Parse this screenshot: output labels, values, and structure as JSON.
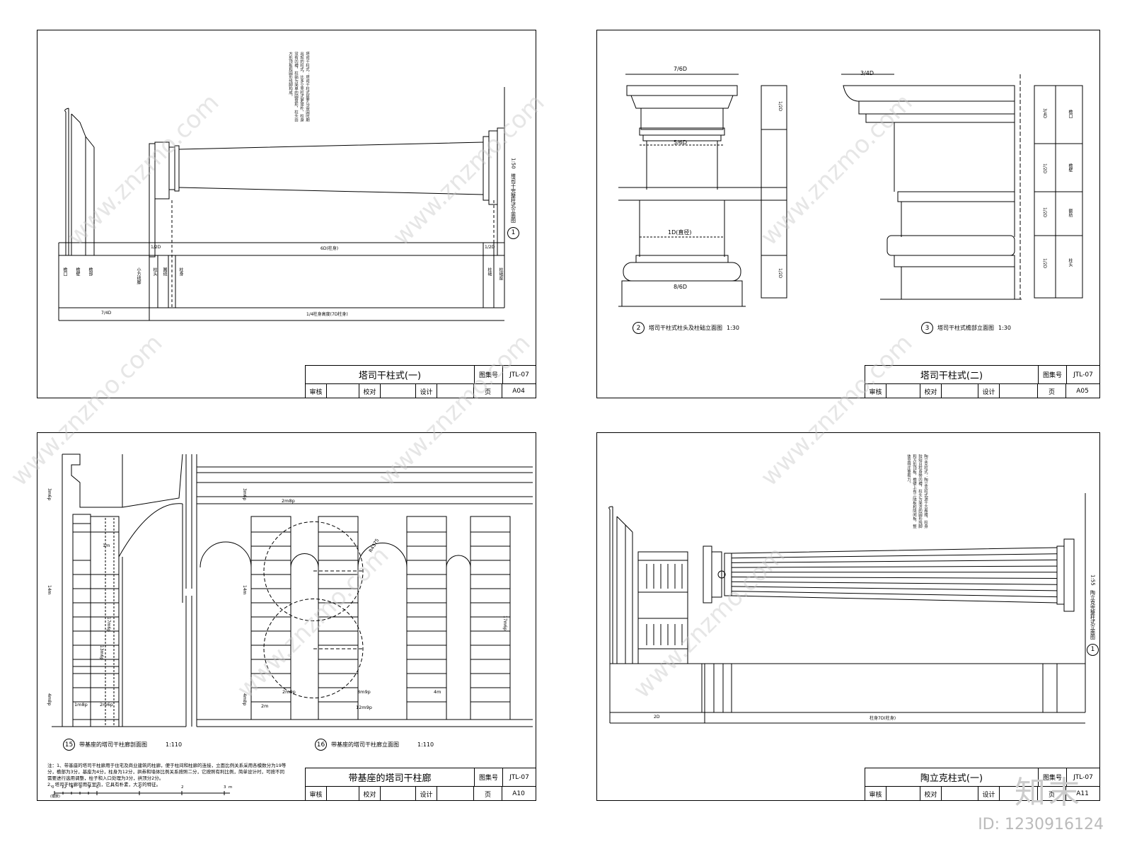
{
  "sheets": [
    {
      "title": "塔司干柱式(一)",
      "atlas_label": "图集号",
      "atlas": "JTL-07",
      "page_label": "页",
      "page": "A04",
      "review": "审核",
      "check": "校对",
      "design": "设计"
    },
    {
      "title": "塔司干柱式(二)",
      "atlas_label": "图集号",
      "atlas": "JTL-07",
      "page_label": "页",
      "page": "A05",
      "review": "审核",
      "check": "校对",
      "design": "设计"
    },
    {
      "title": "带基座的塔司干柱廊",
      "atlas_label": "图集号",
      "atlas": "JTL-07",
      "page_label": "页",
      "page": "A10",
      "review": "审核",
      "check": "校对",
      "design": "设计"
    },
    {
      "title": "陶立克柱式(一)",
      "atlas_label": "图集号",
      "atlas": "JTL-07",
      "page_label": "页",
      "page": "A11",
      "review": "审核",
      "check": "校对",
      "design": "设计"
    }
  ],
  "s1": {
    "fig_no": "1",
    "fig_title": "塔司干完整柱式立面图",
    "scale": "1:50",
    "dim_half_d_left": "1/2D",
    "dim_6d": "6D(柱身)",
    "dim_half_d_right": "1/2D",
    "dim_7_4d": "7/4D",
    "dim_total": "1/4柱身高度(7D柱身)",
    "parts": [
      "檐口",
      "檐壁",
      "檐部",
      "小方线脚",
      "柱头",
      "圆线",
      "柱身"
    ],
    "parts_right": [
      "柱础",
      "柱础座"
    ],
    "paragraph": "塔司干柱式：塔司干柱式是罗马帝国时期出现的柱式，比多立克柱式更简朴，柱身没有凹槽，柱础为简单的圆盘形，柱头由方形顶板和圆形线脚构成。"
  },
  "s2": {
    "fig2_no": "2",
    "fig2_title": "塔司干柱式柱头及柱础立面图",
    "fig2_scale": "1:30",
    "fig3_no": "3",
    "fig3_title": "塔司干柱式檐部立面图",
    "fig3_scale": "1:30",
    "d_7_6": "7/6D",
    "d_5_6": "5/6D",
    "d_1d": "1D(直径)",
    "d_8_6": "8/6D",
    "d_3_4": "3/4D",
    "d_half": "1/2D",
    "d_3_4v": "3/4D",
    "right_labels": [
      "檐口",
      "檐壁",
      "额枋",
      "柱头"
    ]
  },
  "s3": {
    "fig15_no": "15",
    "fig15_title": "带基座的塔司干柱廊剖面图",
    "fig15_scale": "1:110",
    "fig16_no": "16",
    "fig16_title": "带基座的塔司干柱廊立面图",
    "fig16_scale": "1:110",
    "d_3m6p": "3m6p",
    "d_14m": "14m",
    "d_4m8p": "4m8p",
    "d_17m6p": "17m6p",
    "d_13m6p": "13m6p",
    "d_2m8p": "2m8p",
    "d_2m6p": "2m6p",
    "d_1m8p": "1m8p",
    "d_2m9p": "2m9p",
    "d_8m9p": "8m9p",
    "d_12m9p": "12m9p",
    "d_4m": "4m",
    "d_r": "R4375",
    "d_2m": "2m",
    "d_1m": "1m",
    "note1": "注：1、带基座的塔司干柱廊用于住宅及商业建筑的柱廊，便于柱间和柱廊的连接，立面比例关系采用各模数分为19等分，檐部为3分，基座为4分，柱身为12分，拱券和墙体比例关系按照二分，它按照有利比例，简单设计时，可按不同需要进行选用调整，柱子和入口处理为3分，拱顶分2分。",
    "note2": "2、塔司干柱廊可用在室内，它具有朴素，大方的特征。",
    "scale_bar": [
      "0",
      "12",
      "9",
      "6",
      "3",
      "0",
      "1",
      "2",
      "3",
      "m"
    ],
    "scale_unit": "(模数)"
  },
  "s4": {
    "fig_no": "1",
    "fig_title": "陶立克完整柱式立面图",
    "scale": "1:55",
    "dim_2d": "2D",
    "dim_8d": "柱身7D(柱身)",
    "paragraph": "陶立克柱式：陶立克柱式源于古希腊，柱身较短且柱身带凹槽，柱头为简洁的圆形线脚和方形顶板，檐壁上有三陇板和陇间板，整体显得庄重有力。"
  },
  "watermark": "www.znzmo.com",
  "logo": "知末",
  "id_text": "ID: 1230916124"
}
